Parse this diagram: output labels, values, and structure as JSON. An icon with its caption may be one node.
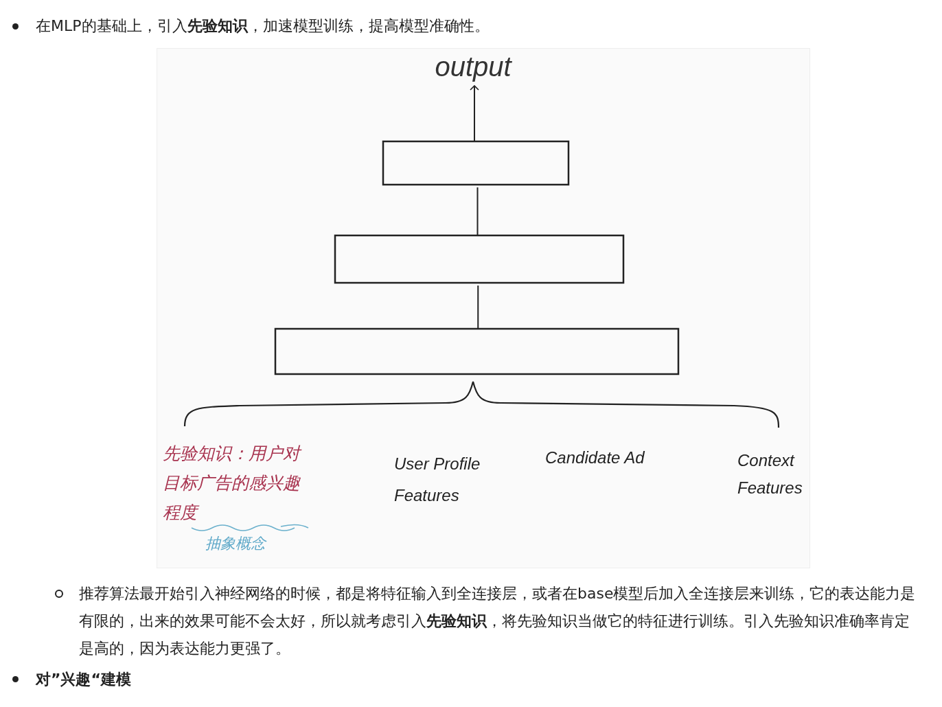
{
  "diagram": {
    "nodes": [
      {
        "text": [
          "output"
        ]
      },
      {
        "text": [],
        "shape": "box"
      },
      {
        "text": [],
        "shape": "box"
      },
      {
        "text": [],
        "shape": "box"
      }
    ],
    "edges": [
      {
        "from": 1,
        "to": 0,
        "arrow": "to"
      },
      {
        "from": 2,
        "to": 1,
        "arrow": "none"
      },
      {
        "from": 3,
        "to": 2,
        "arrow": "none"
      }
    ],
    "labels": [
      "在MLP的基础上，引入**先验知识**，加速模型训练，提高模型准确性。",
      "先验知识：用户对目标广告的感兴趣程度",
      "抽象概念",
      "User Profile Features",
      "Candidate Ad",
      "Context Features",
      "推荐算法最开始引入神经网络的时候，都是将特征输入到全连接层，或者在base模型后加入全连接层来训练，它的表达能力是有限的，出来的效果可能不会太好，所以就考虑引入**先验知识**，将先验知识当做它的特征进行训练。引入先验知识准确率肯定是高的，因为表达能力更强了。",
      "对”兴趣“建模"
    ]
  }
}
